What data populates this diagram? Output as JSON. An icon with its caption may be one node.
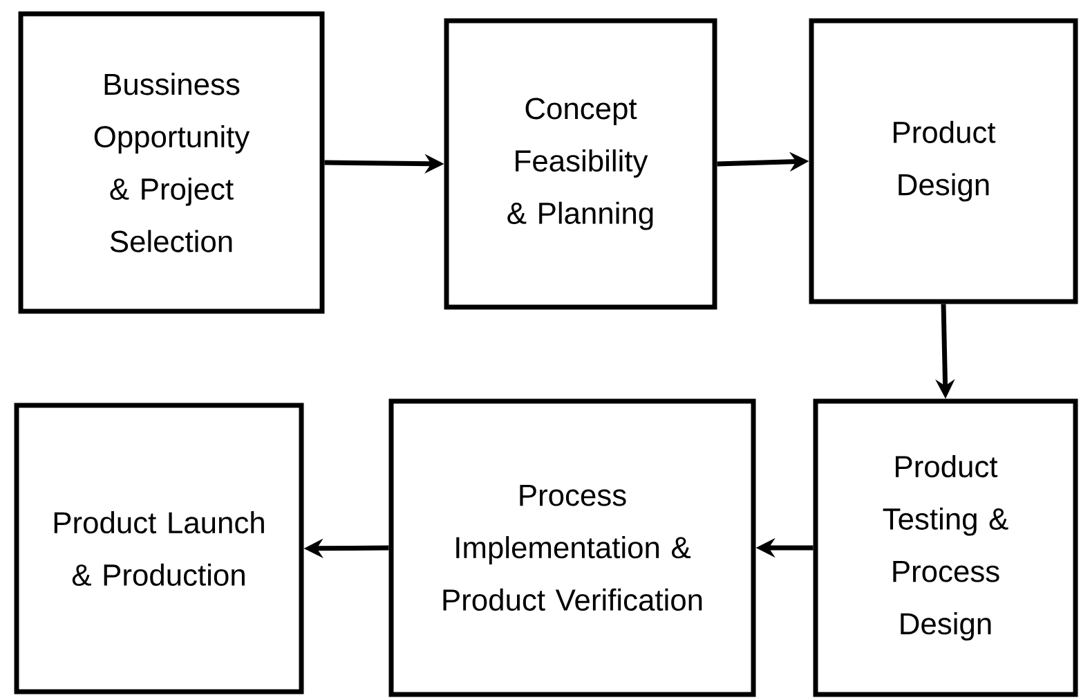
{
  "diagram": {
    "nodes": [
      {
        "text": [
          "Bussiness Opportunity & Project Selection"
        ]
      },
      {
        "text": [
          "Concept Feasibility & Planning"
        ]
      },
      {
        "text": [
          "Product Design"
        ]
      },
      {
        "text": [
          "Product Testing & Process Design"
        ]
      },
      {
        "text": [
          "Process Implementation & Product Verification"
        ]
      },
      {
        "text": [
          "Product Launch & Production"
        ]
      }
    ],
    "edges": [
      {
        "from": 0,
        "to": 1,
        "arrow": "to"
      },
      {
        "from": 1,
        "to": 2,
        "arrow": "to"
      },
      {
        "from": 2,
        "to": 3,
        "arrow": "to"
      },
      {
        "from": 3,
        "to": 4,
        "arrow": "to"
      },
      {
        "from": 4,
        "to": 5,
        "arrow": "to"
      }
    ]
  }
}
